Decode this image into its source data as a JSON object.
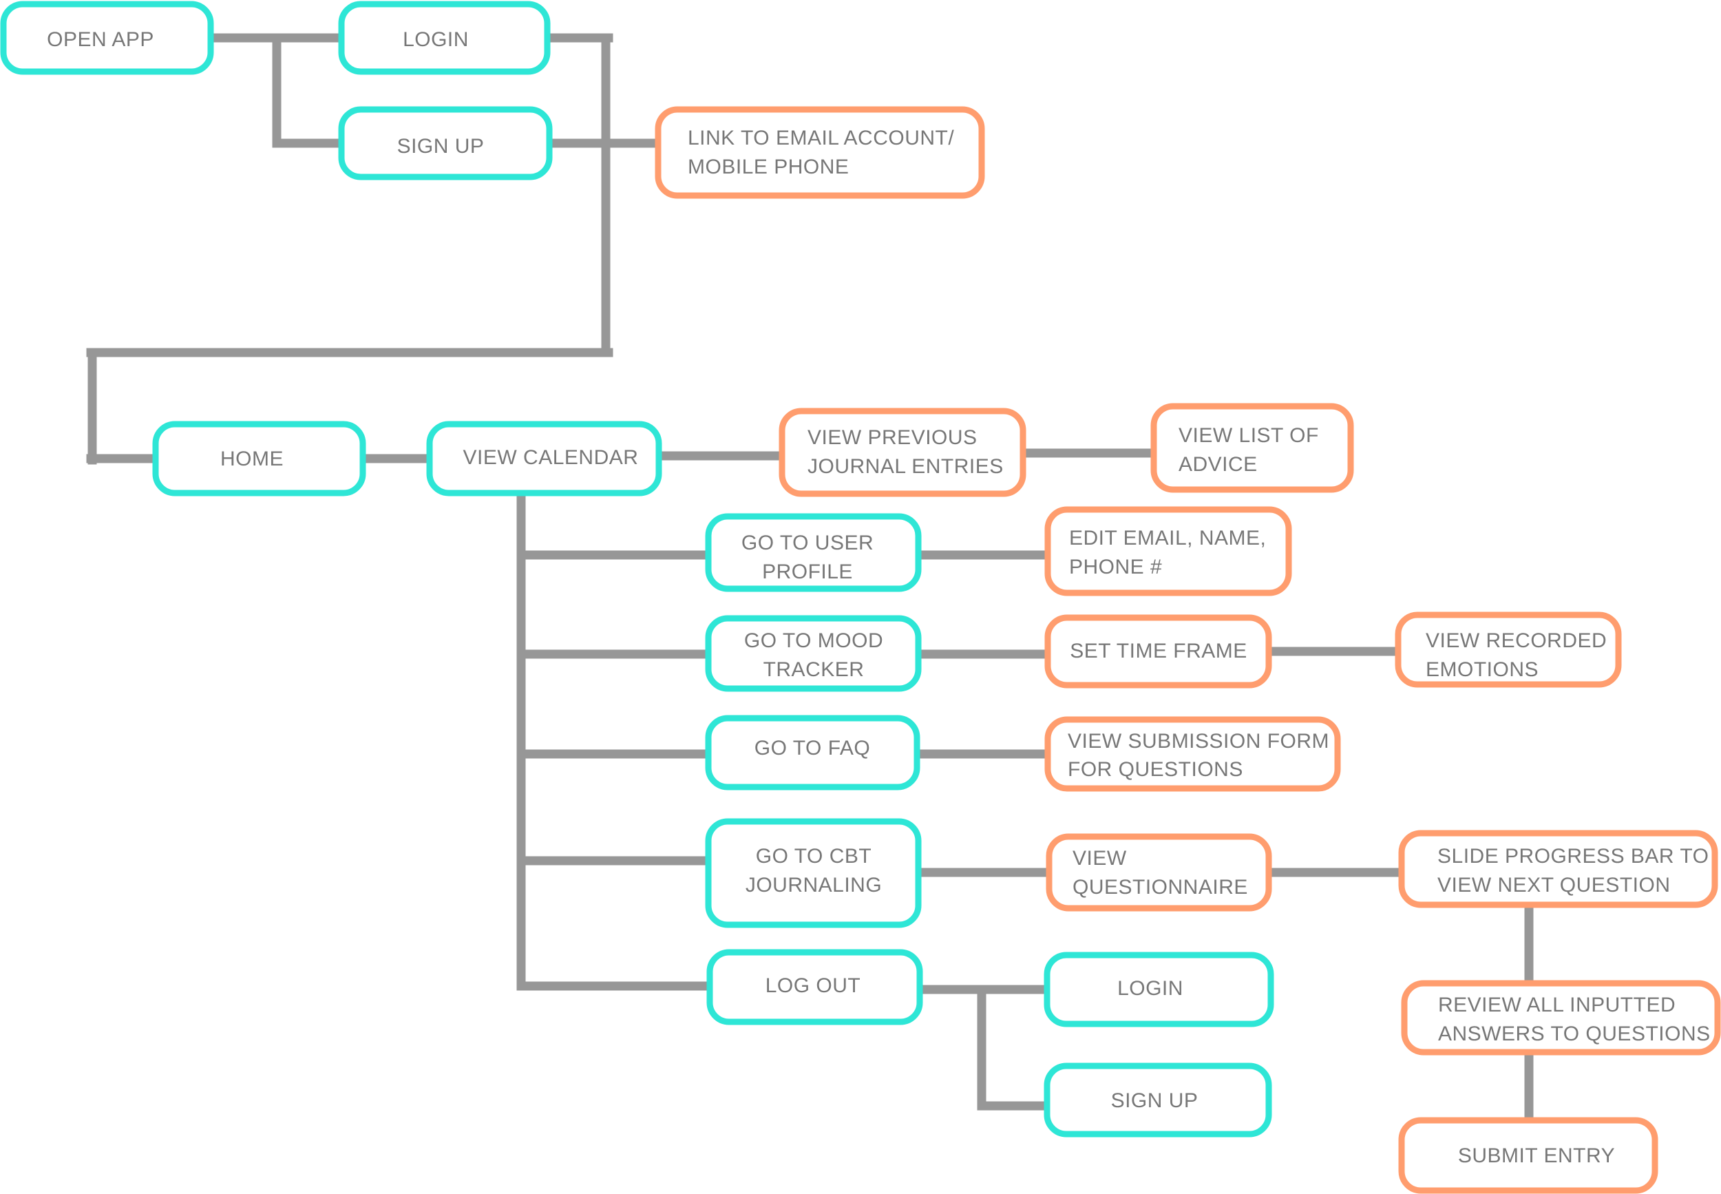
{
  "colors": {
    "primary": "#2ee6d6",
    "secondary": "#ff9d6e",
    "connector": "#979797",
    "text": "#777777"
  },
  "nodes": {
    "open_app": {
      "lines": [
        "OPEN APP"
      ],
      "kind": "primary"
    },
    "login_top": {
      "lines": [
        "LOGIN"
      ],
      "kind": "primary"
    },
    "signup_top": {
      "lines": [
        "SIGN UP"
      ],
      "kind": "primary"
    },
    "link_email": {
      "lines": [
        "LINK TO EMAIL ACCOUNT/",
        "MOBILE PHONE"
      ],
      "kind": "secondary"
    },
    "home": {
      "lines": [
        "HOME"
      ],
      "kind": "primary"
    },
    "view_calendar": {
      "lines": [
        "VIEW CALENDAR"
      ],
      "kind": "primary"
    },
    "view_previous": {
      "lines": [
        "VIEW PREVIOUS",
        "JOURNAL ENTRIES"
      ],
      "kind": "secondary"
    },
    "view_advice": {
      "lines": [
        "VIEW LIST OF",
        "ADVICE"
      ],
      "kind": "secondary"
    },
    "user_profile": {
      "lines": [
        "GO TO USER",
        "PROFILE"
      ],
      "kind": "primary"
    },
    "edit_email": {
      "lines": [
        "EDIT EMAIL, NAME,",
        "PHONE #"
      ],
      "kind": "secondary"
    },
    "mood_tracker": {
      "lines": [
        "GO TO MOOD",
        "TRACKER"
      ],
      "kind": "primary"
    },
    "set_time": {
      "lines": [
        "SET TIME FRAME"
      ],
      "kind": "secondary"
    },
    "view_emotions": {
      "lines": [
        "VIEW RECORDED",
        "EMOTIONS"
      ],
      "kind": "secondary"
    },
    "faq": {
      "lines": [
        "GO TO FAQ"
      ],
      "kind": "primary"
    },
    "submission_form": {
      "lines": [
        "VIEW SUBMISSION FORM",
        "FOR QUESTIONS"
      ],
      "kind": "secondary"
    },
    "cbt": {
      "lines": [
        "GO TO CBT",
        "JOURNALING"
      ],
      "kind": "primary"
    },
    "questionnaire": {
      "lines": [
        "VIEW",
        "QUESTIONNAIRE"
      ],
      "kind": "secondary"
    },
    "slide_progress": {
      "lines": [
        "SLIDE PROGRESS BAR TO",
        "VIEW NEXT QUESTION"
      ],
      "kind": "secondary"
    },
    "review_answers": {
      "lines": [
        "REVIEW ALL INPUTTED",
        "ANSWERS TO QUESTIONS"
      ],
      "kind": "secondary"
    },
    "submit_entry": {
      "lines": [
        "SUBMIT ENTRY"
      ],
      "kind": "secondary"
    },
    "logout": {
      "lines": [
        "LOG OUT"
      ],
      "kind": "primary"
    },
    "login_bottom": {
      "lines": [
        "LOGIN"
      ],
      "kind": "primary"
    },
    "signup_bottom": {
      "lines": [
        "SIGN UP"
      ],
      "kind": "primary"
    }
  }
}
